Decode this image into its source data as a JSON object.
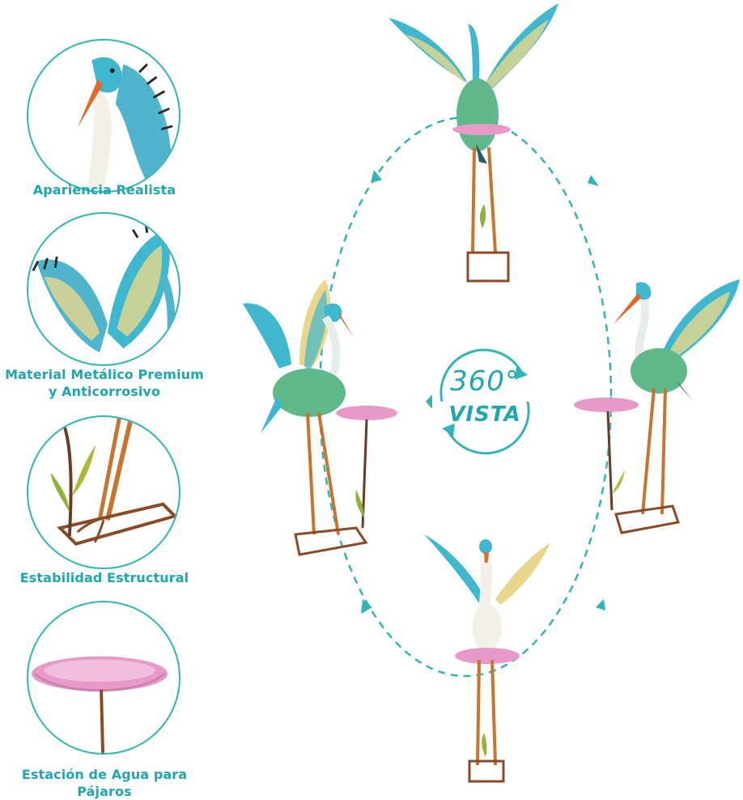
{
  "features": [
    {
      "caption": "Apariencia Realista"
    },
    {
      "caption": "Material Metálico Premium y Anticorrosivo"
    },
    {
      "caption": "Estabilidad Estructural"
    },
    {
      "caption": "Estación de Agua para Pájaros"
    }
  ],
  "hub": {
    "degrees": "360°",
    "label": "VISTA"
  },
  "colors": {
    "accent": "#1ea7ae",
    "wing_teal": "#3fb8cf",
    "wing_yellow": "#e8d78a",
    "feather_dark": "#2b2b2b",
    "beak": "#e0682a",
    "leg": "#c8742e",
    "bath_pink": "#e79ac8"
  }
}
